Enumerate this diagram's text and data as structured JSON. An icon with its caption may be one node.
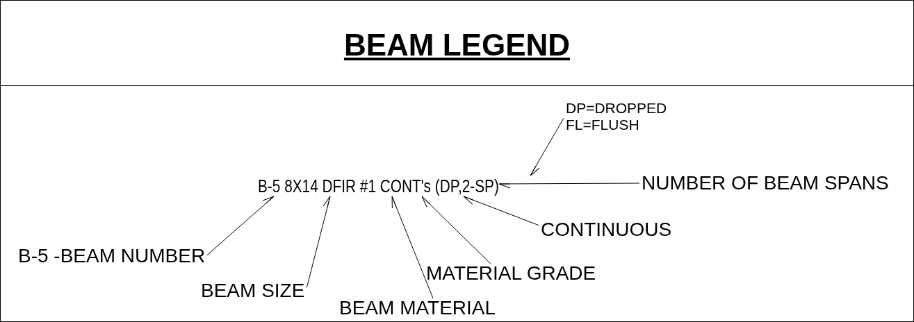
{
  "diagram": {
    "title": "BEAM LEGEND",
    "nodes": [
      {
        "text": [
          "B-5 8X14 DFIR #1 CONT's (DP,2-SP)"
        ]
      },
      {
        "text": [
          "DP=DROPPED",
          "FL=FLUSH"
        ]
      },
      {
        "text": [
          "NUMBER OF BEAM SPANS"
        ]
      },
      {
        "text": [
          "CONTINUOUS"
        ]
      },
      {
        "text": [
          "B-5 -BEAM NUMBER"
        ]
      },
      {
        "text": [
          "MATERIAL GRADE"
        ]
      },
      {
        "text": [
          "BEAM SIZE"
        ]
      },
      {
        "text": [
          "BEAM MATERIAL"
        ]
      }
    ],
    "edges": [
      {
        "from": 1,
        "to": 0,
        "arrow": "to"
      },
      {
        "from": 2,
        "to": 0,
        "arrow": "to"
      },
      {
        "from": 3,
        "to": 0,
        "arrow": "to"
      },
      {
        "from": 4,
        "to": 0,
        "arrow": "to"
      },
      {
        "from": 5,
        "to": 0,
        "arrow": "to"
      },
      {
        "from": 6,
        "to": 0,
        "arrow": "to"
      },
      {
        "from": 7,
        "to": 0,
        "arrow": "to"
      }
    ]
  }
}
